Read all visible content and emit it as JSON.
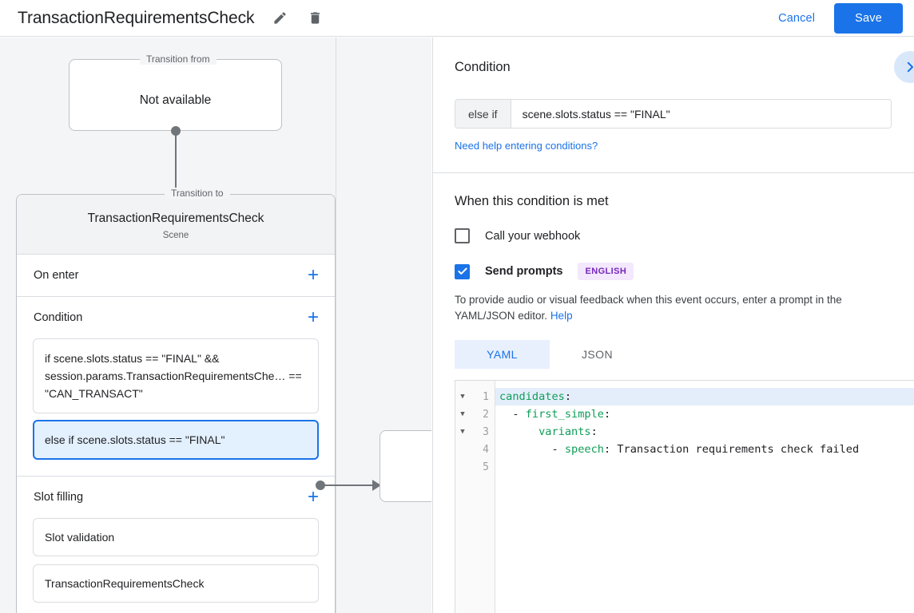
{
  "header": {
    "title": "TransactionRequirementsCheck",
    "edit_icon": "pencil-icon",
    "delete_icon": "trash-icon",
    "cancel_label": "Cancel",
    "save_label": "Save",
    "accent_color": "#1a73e8"
  },
  "canvas": {
    "transition_from": {
      "legend": "Transition from",
      "value": "Not available"
    },
    "transition_to": {
      "legend": "Transition to",
      "scene_name": "TransactionRequirementsCheck",
      "scene_type": "Scene"
    },
    "sections": [
      {
        "title": "On enter",
        "add_icon": "plus-icon",
        "items": []
      },
      {
        "title": "Condition",
        "add_icon": "plus-icon",
        "items": [
          {
            "text": "if scene.slots.status == \"FINAL\" && session.params.TransactionRequirementsChe… == \"CAN_TRANSACT\"",
            "selected": false
          },
          {
            "text": "else if scene.slots.status == \"FINAL\"",
            "selected": true
          }
        ]
      },
      {
        "title": "Slot filling",
        "add_icon": "plus-icon",
        "items": [
          {
            "text": "Slot validation",
            "selected": false
          },
          {
            "text": "TransactionRequirementsCheck",
            "selected": false
          }
        ]
      }
    ]
  },
  "details": {
    "condition": {
      "heading": "Condition",
      "prefix": "else if",
      "value": "scene.slots.status == \"FINAL\"",
      "help_link": "Need help entering conditions?",
      "collapse_icon": "chevron-right-icon"
    },
    "when_met": {
      "heading": "When this condition is met",
      "webhook": {
        "label": "Call your webhook",
        "checked": false
      },
      "prompts": {
        "label": "Send prompts",
        "checked": true,
        "language_badge": "ENGLISH",
        "badge_bg": "#f3e8fd",
        "badge_color": "#7627bb"
      },
      "description": "To provide audio or visual feedback when this event occurs, enter a prompt in the YAML/JSON editor.",
      "help_label": "Help"
    },
    "editor": {
      "tabs": [
        {
          "label": "YAML",
          "active": true
        },
        {
          "label": "JSON",
          "active": false
        }
      ],
      "lines": [
        {
          "number": "1",
          "foldable": true,
          "highlight": true,
          "tokens": [
            {
              "t": "candidates",
              "c": "key"
            },
            {
              "t": ":",
              "c": "plain"
            }
          ]
        },
        {
          "number": "2",
          "foldable": true,
          "highlight": false,
          "tokens": [
            {
              "t": "  - ",
              "c": "plain"
            },
            {
              "t": "first_simple",
              "c": "key"
            },
            {
              "t": ":",
              "c": "plain"
            }
          ]
        },
        {
          "number": "3",
          "foldable": true,
          "highlight": false,
          "tokens": [
            {
              "t": "      ",
              "c": "plain"
            },
            {
              "t": "variants",
              "c": "key"
            },
            {
              "t": ":",
              "c": "plain"
            }
          ]
        },
        {
          "number": "4",
          "foldable": false,
          "highlight": false,
          "tokens": [
            {
              "t": "        - ",
              "c": "plain"
            },
            {
              "t": "speech",
              "c": "key"
            },
            {
              "t": ": Transaction requirements check failed",
              "c": "plain"
            }
          ]
        },
        {
          "number": "5",
          "foldable": false,
          "highlight": false,
          "tokens": []
        }
      ]
    }
  }
}
